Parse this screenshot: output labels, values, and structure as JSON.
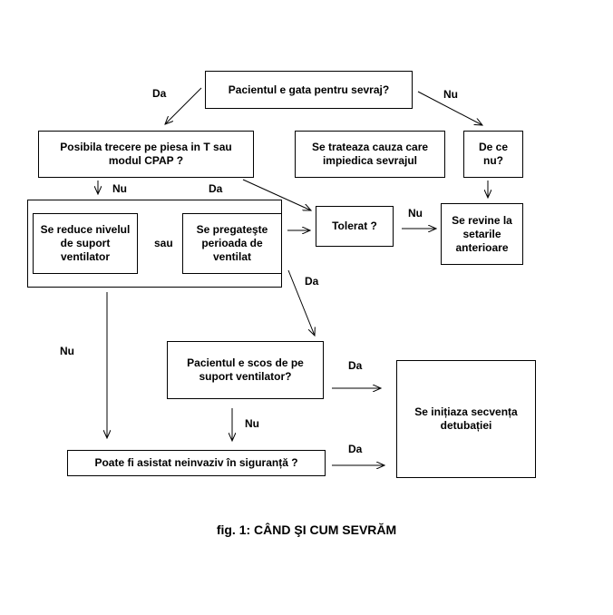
{
  "nodes": {
    "ready": "Pacientul e gata pentru sevraj?",
    "t_piece": "Posibila trecere pe piesa in T sau modul CPAP ?",
    "treat_cause": "Se trateaza cauza care impiedica sevrajul",
    "why_not": "De ce nu?",
    "reduce_support": "Se reduce nivelul de suport ventilator",
    "or_word": "sau",
    "prepare_periods": "Se pregateşte perioada de ventilat",
    "tolerated": "Tolerat ?",
    "revert": "Se revine la setarile anterioare",
    "weaned": "Pacientul e scos de pe suport ventilator?",
    "noninvasive": "Poate fi asistat neinvaziv în siguranță ?",
    "extubation": "Se inițiaza secvența detubației"
  },
  "edge_labels": {
    "ready_yes": "Da",
    "ready_no": "Nu",
    "tpiece_no": "Nu",
    "tpiece_yes": "Da",
    "tolerated_no": "Nu",
    "group_yes": "Da",
    "group_no": "Nu",
    "weaned_yes": "Da",
    "weaned_no": "Nu",
    "noninvasive_yes": "Da"
  },
  "caption": "fig. 1: CÂND ŞI CUM SEVRĂM"
}
